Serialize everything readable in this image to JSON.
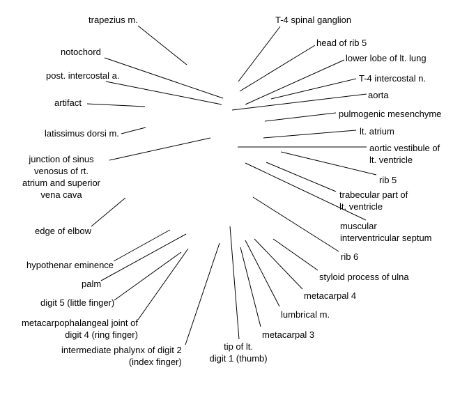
{
  "line_color": "#000000",
  "labels": {
    "trapezius": [
      "trapezius m."
    ],
    "notochord": [
      "notochord"
    ],
    "post_intercostal": [
      "post. intercostal a."
    ],
    "artifact": [
      "artifact"
    ],
    "latissimus": [
      "latissimus dorsi m."
    ],
    "junction": [
      "junction of sinus",
      "venosus of rt.",
      "atrium and superior",
      "vena cava"
    ],
    "edge_elbow": [
      "edge of elbow"
    ],
    "hypothenar": [
      "hypothenar eminence"
    ],
    "palm": [
      "palm"
    ],
    "digit5": [
      "digit 5 (little finger)"
    ],
    "mcp_joint": [
      "metacarpophalangeal joint of",
      "digit 4 (ring finger)"
    ],
    "intermediate_phalanx": [
      "intermediate phalynx of digit 2",
      "(index finger)"
    ],
    "tip_digit1": [
      "tip of lt.",
      "digit 1 (thumb)"
    ],
    "metacarpal3": [
      "metacarpal 3"
    ],
    "lumbrical": [
      "lumbrical m."
    ],
    "metacarpal4": [
      "metacarpal 4"
    ],
    "styloid": [
      "styloid process of ulna"
    ],
    "rib6": [
      "rib 6"
    ],
    "muscular_septum": [
      "muscular",
      "interventricular septum"
    ],
    "trabecular": [
      "trabecular part of",
      "lt. ventricle"
    ],
    "rib5_lower": [
      "rib 5"
    ],
    "aortic_vestibule": [
      "aortic vestibule of",
      "lt. ventricle"
    ],
    "lt_atrium": [
      "lt. atrium"
    ],
    "pulmogenic": [
      "pulmogenic mesenchyme"
    ],
    "aorta": [
      "aorta"
    ],
    "t4_intercostal": [
      "T-4 intercostal n."
    ],
    "lower_lobe": [
      "lower lobe of lt. lung"
    ],
    "head_rib5": [
      "head of rib 5"
    ],
    "t4_ganglion": [
      "T-4 spinal ganglion"
    ]
  }
}
